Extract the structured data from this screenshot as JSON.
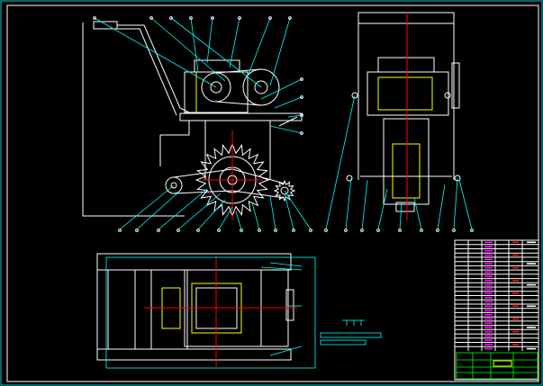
{
  "drawing": {
    "background": "#000000",
    "frame_color": "#00ffff",
    "line_colors": {
      "outline": "#ffffff",
      "detail": "#ffff00",
      "leader": "#00ffff",
      "centerline": "#ff0000",
      "title_block": "#00ff00"
    }
  },
  "views": {
    "front": {
      "name": "front-view",
      "leader_count": 28
    },
    "side": {
      "name": "side-view",
      "leader_count": 9
    },
    "plan": {
      "name": "plan-view",
      "leader_count": 4
    }
  },
  "title_block": {
    "rows": 26
  },
  "icons": [
    "sprocket-icon",
    "pulley-icon",
    "handle-icon",
    "engine-icon"
  ]
}
